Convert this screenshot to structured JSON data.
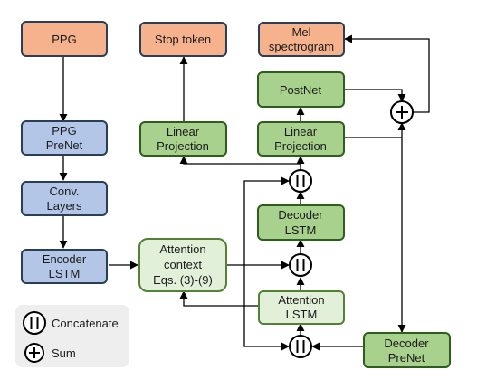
{
  "colors": {
    "orange": "#f6b28d",
    "orange_stroke": "#2b3e57",
    "blue": "#b4c6e7",
    "blue_stroke": "#2b3e57",
    "green": "#a9d18e",
    "green_stroke": "#2e5e1e",
    "light_green": "#e2f0d9",
    "light_green_stroke": "#548235",
    "line": "#000000",
    "legend_bg": "#eeeeee"
  },
  "nodes": {
    "ppg": [
      "PPG"
    ],
    "ppg_prenet": [
      "PPG",
      "PreNet"
    ],
    "conv_layers": [
      "Conv.",
      "Layers"
    ],
    "encoder_lstm": [
      "Encoder",
      "LSTM"
    ],
    "attention_context": [
      "Attention",
      "context",
      "Eqs. (3)-(9)"
    ],
    "stop_token": [
      "Stop token"
    ],
    "linear_projection_left": [
      "Linear",
      "Projection"
    ],
    "mel_spectrogram": [
      "Mel",
      "spectrogram"
    ],
    "postnet": [
      "PostNet"
    ],
    "linear_projection_right": [
      "Linear",
      "Projection"
    ],
    "decoder_lstm": [
      "Decoder",
      "LSTM"
    ],
    "attention_lstm": [
      "Attention",
      "LSTM"
    ],
    "decoder_prenet": [
      "Decoder",
      "PreNet"
    ]
  },
  "legend": {
    "concatenate": "Concatenate",
    "sum": "Sum"
  }
}
